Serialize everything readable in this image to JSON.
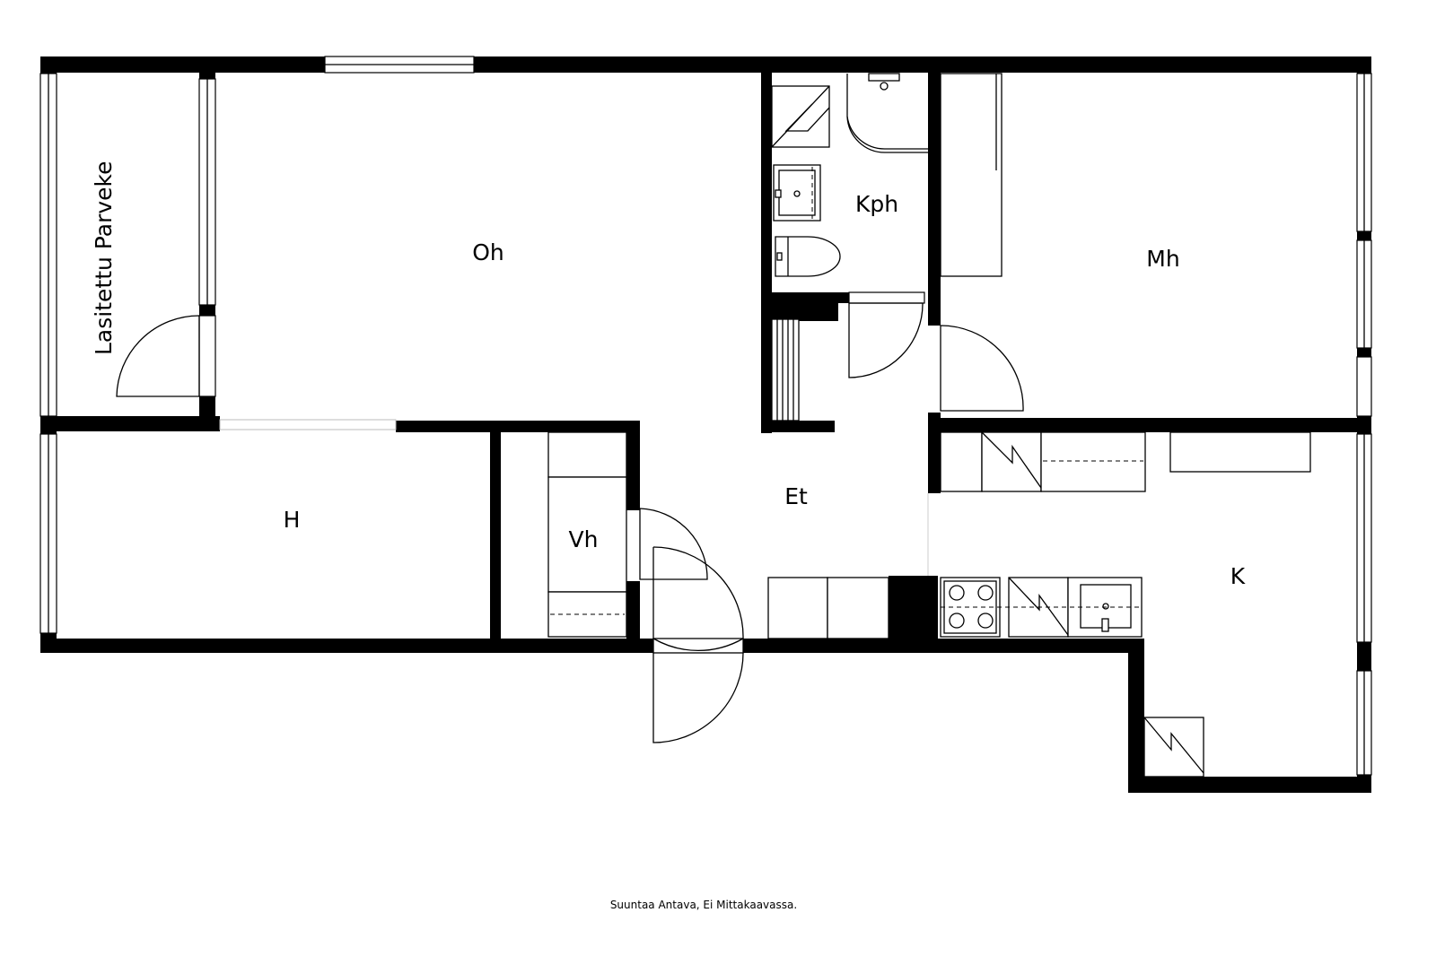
{
  "rooms": {
    "balcony": "Lasitettu Parveke",
    "living": "Oh",
    "bath": "Kph",
    "bedroom_master": "Mh",
    "bedroom": "H",
    "closet": "Vh",
    "hall": "Et",
    "kitchen": "K"
  },
  "footer": {
    "note": "Suuntaa Antava, Ei Mittakaavassa."
  },
  "colors": {
    "wall": "#000000",
    "background": "#ffffff"
  }
}
